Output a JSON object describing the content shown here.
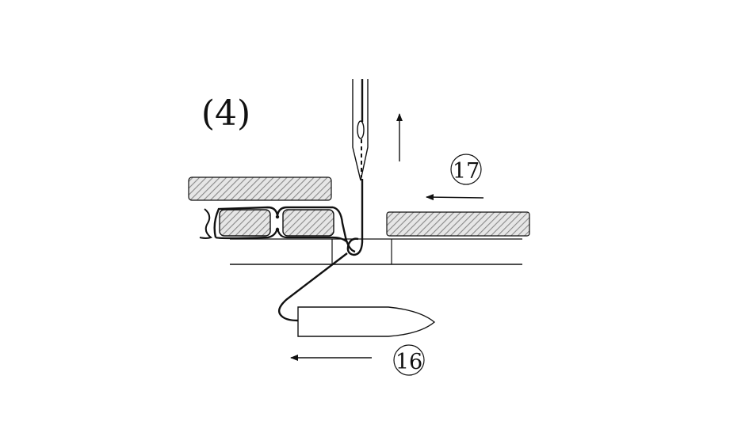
{
  "diagram": {
    "step_label": "(4)",
    "callouts": [
      {
        "id": "17",
        "text": "⑰"
      },
      {
        "id": "16",
        "text": "⑯"
      }
    ],
    "colors": {
      "ink": "#111111",
      "fabric_fill": "#cfcfcf",
      "hatch": "#8a8a8a",
      "background": "#ffffff"
    }
  }
}
